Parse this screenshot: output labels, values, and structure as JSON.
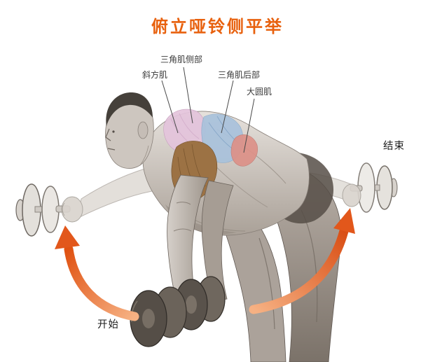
{
  "title": "俯立哑铃侧平举",
  "muscle_labels": [
    {
      "id": "lateral-deltoid",
      "text": "三角肌侧部"
    },
    {
      "id": "trapezius",
      "text": "斜方肌"
    },
    {
      "id": "posterior-deltoid",
      "text": "三角肌后部"
    },
    {
      "id": "teres-major",
      "text": "大圆肌"
    }
  ],
  "motion": {
    "start": "开始",
    "end": "结束"
  },
  "colors": {
    "title": "#e8610e",
    "arrow": "#e2571b",
    "trapezius_highlight": "#e4c4dc",
    "posterior_deltoid_highlight": "#a9c2dc",
    "teres_major_highlight": "#dd9188",
    "lateral_deltoid_highlight": "#9c7244",
    "label_text": "#3a3a3a"
  }
}
